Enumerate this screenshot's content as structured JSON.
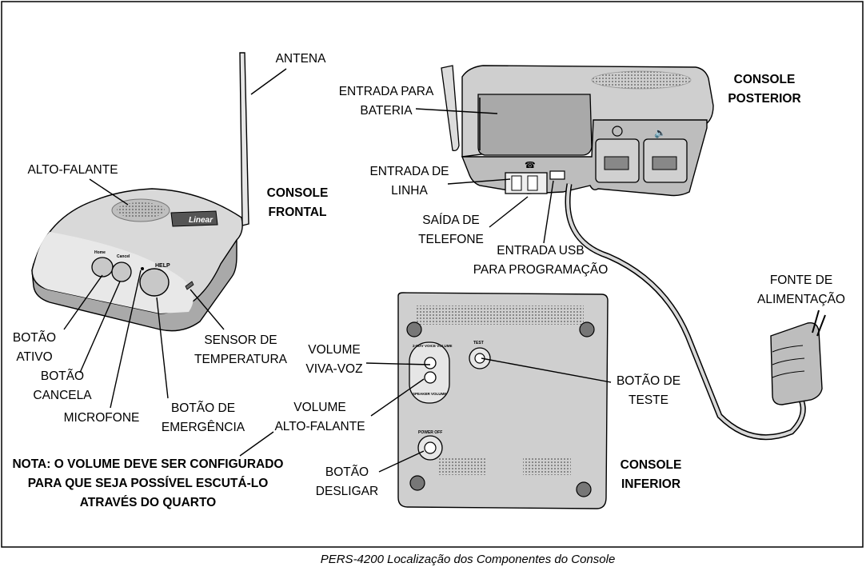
{
  "colors": {
    "device_light": "#dcdcdc",
    "device_mid": "#bdbdbd",
    "device_dark": "#8f8f8f",
    "ink": "#000000"
  },
  "headers": {
    "front": [
      "CONSOLE",
      "FRONTAL"
    ],
    "rear": [
      "CONSOLE",
      "POSTERIOR"
    ],
    "bottom": [
      "CONSOLE",
      "INFERIOR"
    ]
  },
  "labels": {
    "antenna": [
      "ANTENA"
    ],
    "speaker": [
      "ALTO-FALANTE"
    ],
    "battery": [
      "ENTRADA PARA",
      "BATERIA"
    ],
    "line_in": [
      "ENTRADA DE",
      "LINHA"
    ],
    "phone_out": [
      "SAÍDA DE",
      "TELEFONE"
    ],
    "usb": [
      "ENTRADA USB",
      "PARA PROGRAMAÇÃO"
    ],
    "power_supply": [
      "FONTE DE",
      "ALIMENTAÇÃO"
    ],
    "btn_active": [
      "BOTÃO",
      "ATIVO"
    ],
    "btn_cancel": [
      "BOTÃO",
      "CANCELA"
    ],
    "microphone": [
      "MICROFONE"
    ],
    "btn_emergency": [
      "BOTÃO DE",
      "EMERGÊNCIA"
    ],
    "temp_sensor": [
      "SENSOR DE",
      "TEMPERATURA"
    ],
    "vol_speaker_phone": [
      "VOLUME",
      "VIVA-VOZ"
    ],
    "vol_speaker": [
      "VOLUME",
      "ALTO-FALANTE"
    ],
    "btn_test": [
      "BOTÃO DE",
      "TESTE"
    ],
    "btn_off": [
      "BOTÃO",
      "DESLIGAR"
    ]
  },
  "note": [
    "NOTA: O VOLUME DEVE SER CONFIGURADO",
    "PARA QUE SEJA POSSÍVEL ESCUTÁ-LO",
    "ATRAVÉS DO QUARTO"
  ],
  "device_text": {
    "brand": "Linear",
    "help": "HELP",
    "home": "Home",
    "cancel": "Cancel",
    "test": "TEST",
    "power_off": "POWER OFF",
    "two_way_volume": "2-WAY VOICE VOLUME",
    "speaker_volume": "SPEAKER VOLUME"
  },
  "caption": "PERS-4200 Localização dos Componentes do Console"
}
